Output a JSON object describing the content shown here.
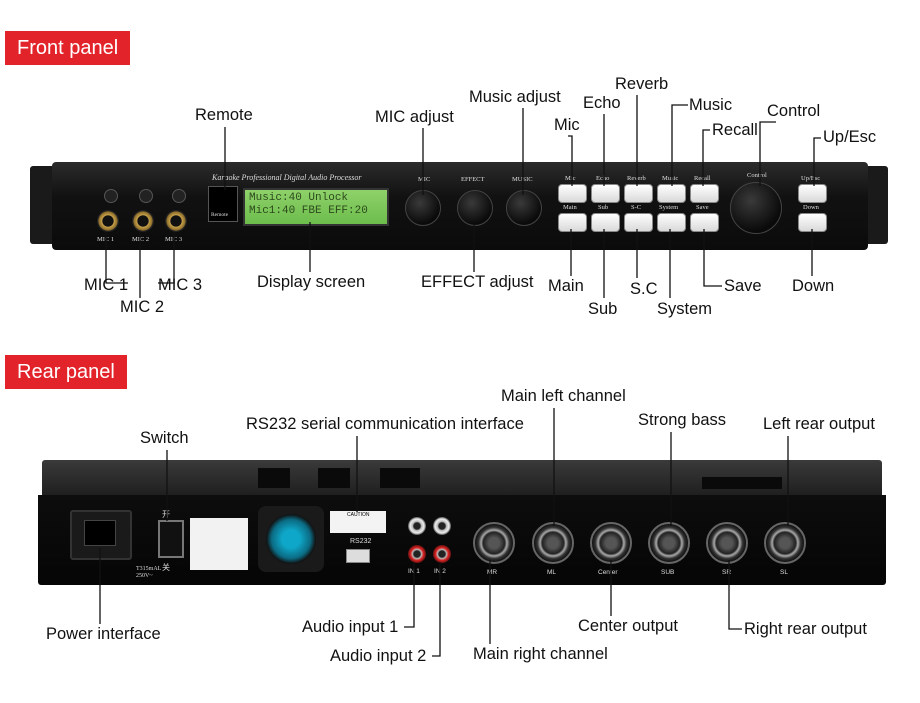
{
  "sections": {
    "front": "Front panel",
    "rear": "Rear panel"
  },
  "front": {
    "device_title": "Karaoke Professional Digital Audio Processor",
    "remote_sensor": "Remote",
    "mic_ports": [
      "MIC 1",
      "MIC 2",
      "MIC 3"
    ],
    "lcd_line1": "Music:40   Unlock",
    "lcd_line2": "Mic1:40  FBE  EFF:20",
    "knob_labels": [
      "MIC",
      "EFFECT",
      "MUSIC"
    ],
    "buttons_top": [
      "Mic",
      "Echo",
      "Reverb",
      "Music",
      "Recall"
    ],
    "buttons_bottom": [
      "Main",
      "Sub",
      "S-C",
      "System",
      "Save"
    ],
    "control_label": "Control",
    "upesc_label": "Up/Esc",
    "down_label": "Down",
    "callouts": {
      "remote": "Remote",
      "mic_adjust": "MIC adjust",
      "music_adjust": "Music adjust",
      "mic": "Mic",
      "echo": "Echo",
      "reverb": "Reverb",
      "music": "Music",
      "recall": "Recall",
      "control": "Control",
      "upesc": "Up/Esc",
      "mic1": "MIC 1",
      "mic2": "MIC 2",
      "mic3": "MIC 3",
      "display": "Display screen",
      "effect_adjust": "EFFECT adjust",
      "main": "Main",
      "sub": "Sub",
      "sc": "S.C",
      "system": "System",
      "save": "Save",
      "down": "Down"
    }
  },
  "rear": {
    "rs232_label": "RS232",
    "in_labels": [
      "IN 1",
      "IN 2"
    ],
    "xlr_labels": [
      "MR",
      "ML",
      "Center",
      "SUB",
      "SR",
      "SL"
    ],
    "switch_on": "开",
    "switch_off": "关",
    "fuse": "T315mAL 250V~",
    "caution": "CAUTION",
    "callouts": {
      "switch": "Switch",
      "rs232": "RS232 serial communication interface",
      "main_left": "Main left channel",
      "strong_bass": "Strong bass",
      "left_rear": "Left rear output",
      "power": "Power interface",
      "audio_in1": "Audio input 1",
      "audio_in2": "Audio input 2",
      "main_right": "Main right channel",
      "center_out": "Center output",
      "right_rear": "Right rear output"
    }
  }
}
